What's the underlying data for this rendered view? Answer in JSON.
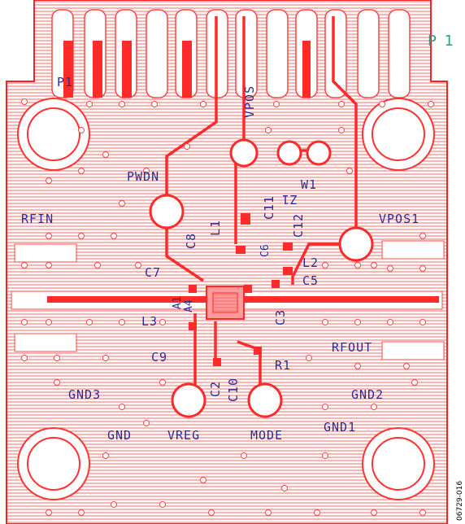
{
  "board": {
    "fig_id": "06729-016",
    "ref_right": "P 1",
    "ref_left": "P1",
    "colors": {
      "copper": "#ff3333",
      "hatch": "#ff5555",
      "silk": "#2a2aa0",
      "edge": "#ff2222"
    },
    "labels": {
      "vpos": "VPOS",
      "pwdn": "PWDN",
      "w1": "W1",
      "z1": "Z1",
      "rfin": "RFIN",
      "vpos1": "VPOS1",
      "c11": "C11",
      "c12": "C12",
      "l1": "L1",
      "c8": "C8",
      "c6": "C6",
      "l2": "L2",
      "c7": "C7",
      "c5": "C5",
      "l3": "L3",
      "c3": "C3",
      "c9": "C9",
      "rfout": "RFOUT",
      "r1": "R1",
      "c2": "C2",
      "c10": "C10",
      "gnd3": "GND3",
      "gnd2": "GND2",
      "gnd": "GND",
      "vreg": "VREG",
      "mode": "MODE",
      "gnd1": "GND1",
      "a1": "A1",
      "a4": "A4"
    }
  }
}
